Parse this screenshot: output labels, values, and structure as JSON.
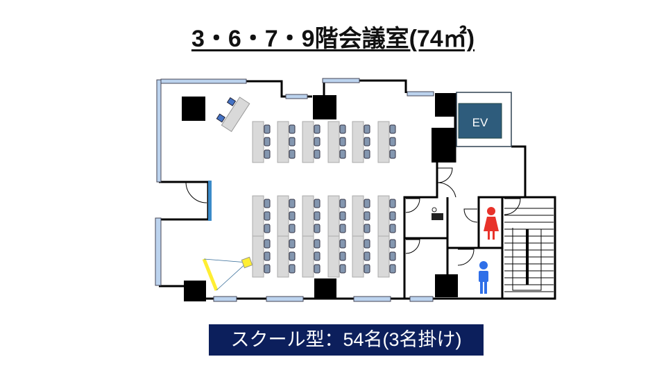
{
  "title": "3・6・7・9階会議室(74㎡)",
  "plan": {
    "elevator_label": "EV",
    "wc_label": "WC",
    "colors": {
      "wall": "#000000",
      "window": "#bcd3ee",
      "desk": "#d9d9d9",
      "chair": "#8497b0",
      "teacher_chair": "#4472c4",
      "elevator": "#2e5c7c",
      "female_wc": "#e8322a",
      "male_wc": "#2f6fe8",
      "screen": "#ffee33"
    },
    "seating": {
      "desks": 18,
      "seats_per_desk": 3
    }
  },
  "caption": "スクール型：54名(3名掛け)"
}
